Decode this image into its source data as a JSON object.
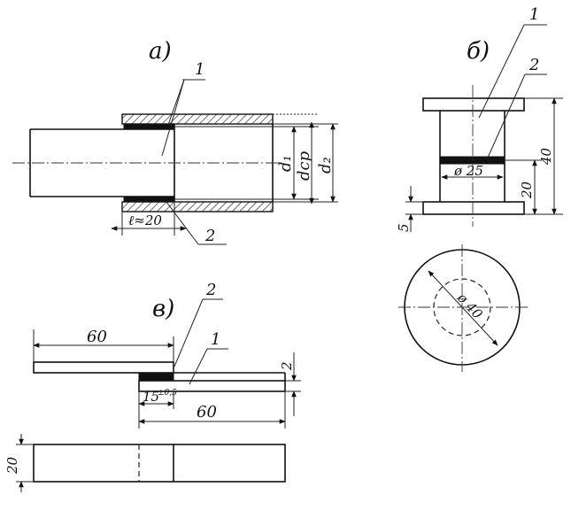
{
  "views": {
    "a": {
      "label": "а)",
      "callout_1": "1",
      "callout_2": "2",
      "length": "ℓ≈20",
      "d1": "d₁",
      "dcp": "dср",
      "d2": "d₂"
    },
    "b": {
      "label": "б)",
      "callout_1": "1",
      "callout_2": "2",
      "height": "40",
      "gap": "20",
      "plate": "5",
      "inner_diam": "ø 25",
      "outer_diam": "ø 40"
    },
    "v": {
      "label": "в)",
      "callout_1": "1",
      "callout_2": "2",
      "top_length": "60",
      "bottom_length": "60",
      "overlap": "15",
      "overlap_tol": "±0,5",
      "thickness": "2",
      "width": "20"
    }
  }
}
